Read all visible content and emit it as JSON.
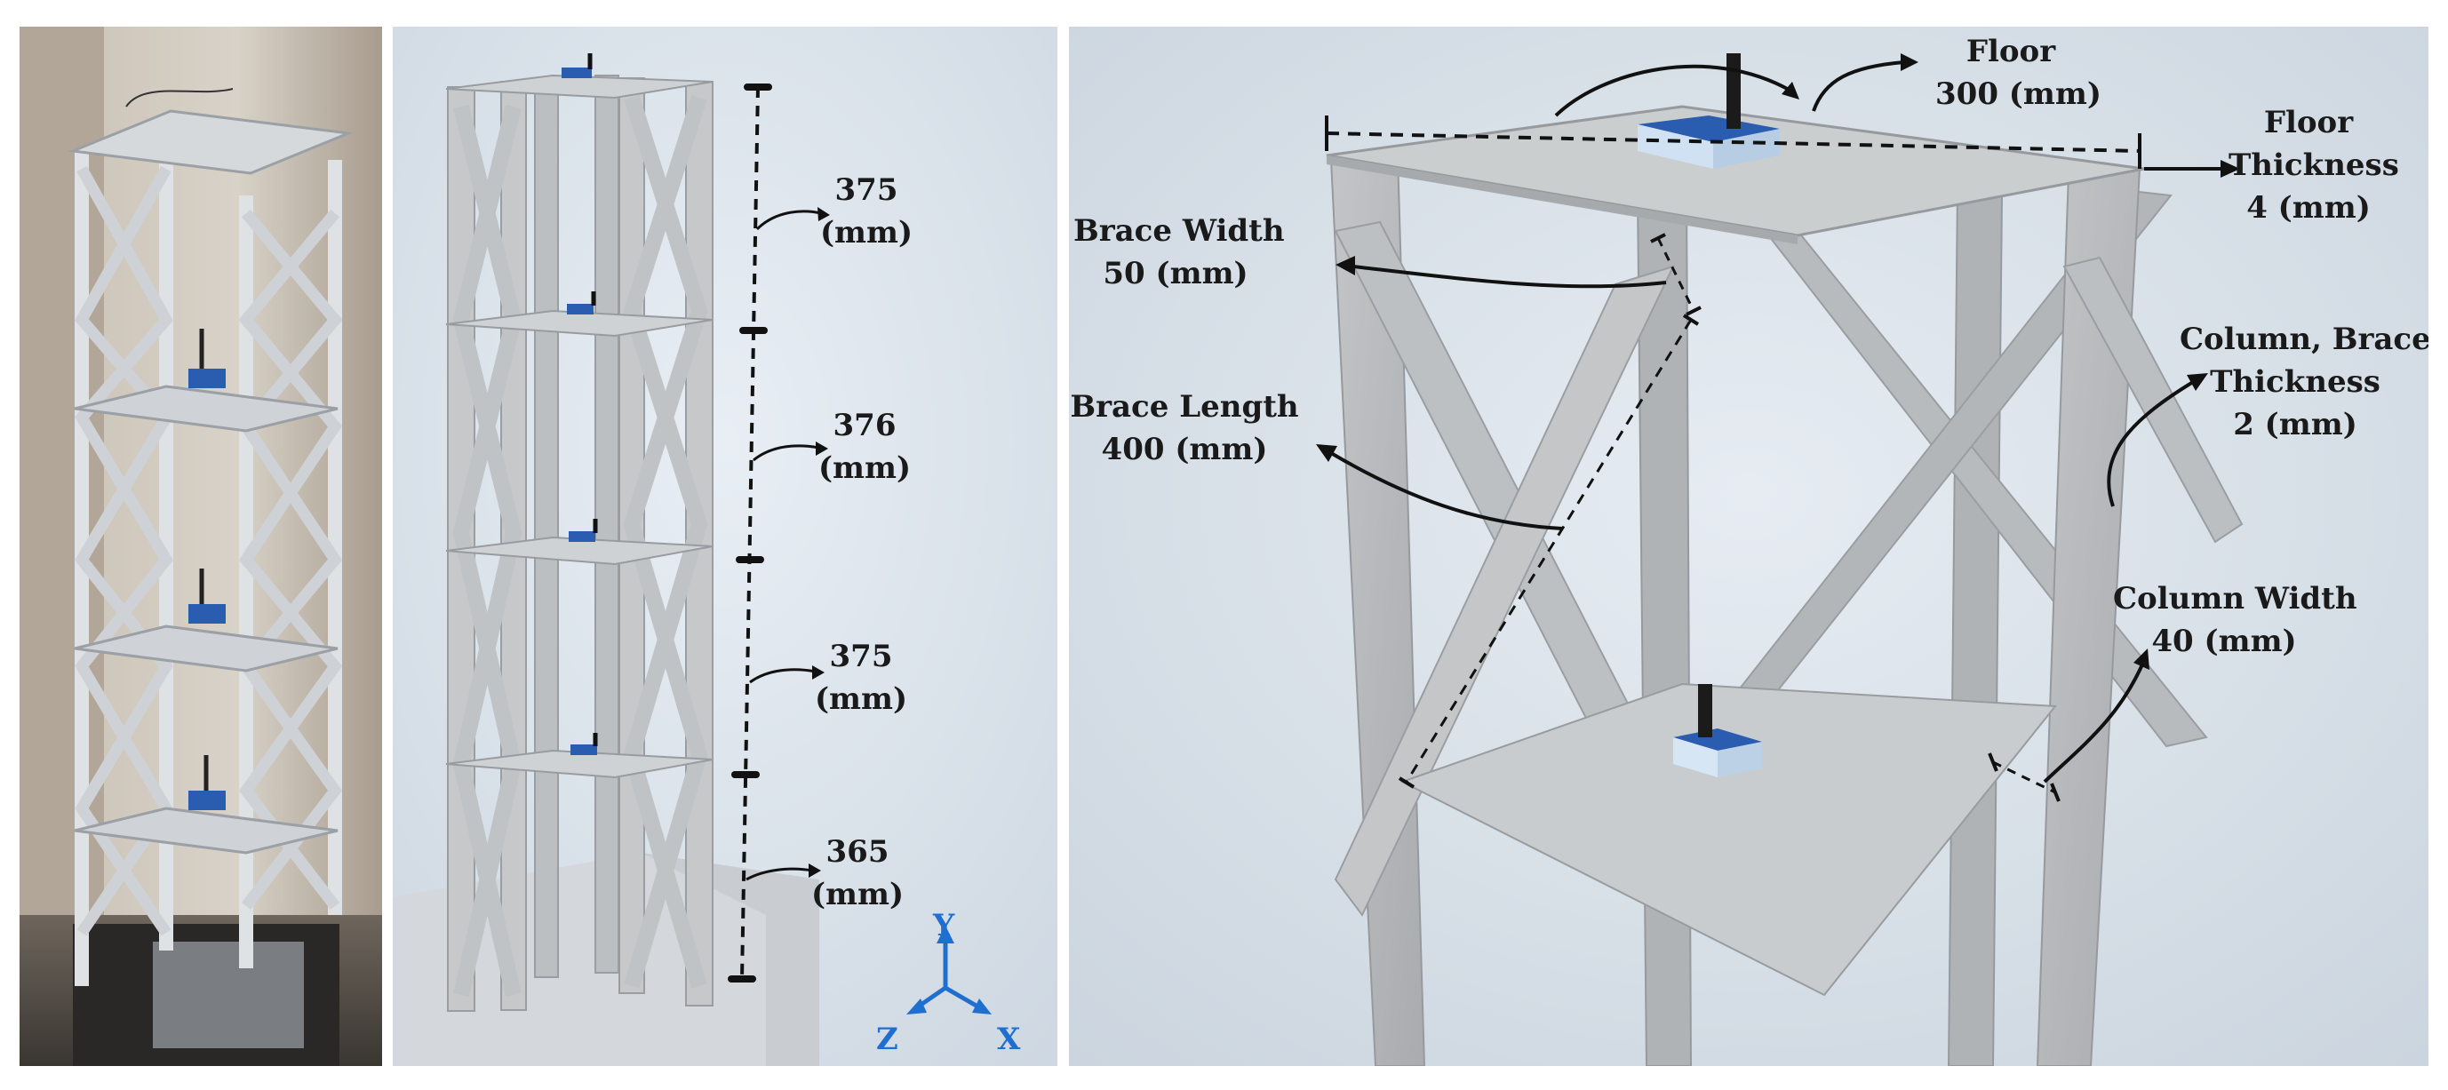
{
  "panel_b": {
    "story_heights": [
      {
        "value": "375",
        "unit": "(mm)"
      },
      {
        "value": "376",
        "unit": "(mm)"
      },
      {
        "value": "375",
        "unit": "(mm)"
      },
      {
        "value": "365",
        "unit": "(mm)"
      }
    ],
    "axes": {
      "y": "Y",
      "z": "Z",
      "x": "X"
    }
  },
  "panel_c": {
    "floor": {
      "line1": "Floor",
      "line2": "300 (mm)"
    },
    "floor_thickness": {
      "line1": "Floor",
      "line2": "Thickness",
      "line3": "4 (mm)"
    },
    "brace_width": {
      "line1": "Brace Width",
      "line2": "50 (mm)"
    },
    "brace_length": {
      "line1": "Brace Length",
      "line2": "400 (mm)"
    },
    "column_brace_thickness": {
      "line1": "Column, Brace",
      "line2": "Thickness",
      "line3": "2 (mm)"
    },
    "column_width": {
      "line1": "Column Width",
      "line2": "40 (mm)"
    }
  },
  "colors": {
    "background": "#dfe6ed",
    "metal": "#b4b6b8",
    "sensor_blue": "#2a5db0",
    "axis_blue": "#1f6fd1"
  }
}
